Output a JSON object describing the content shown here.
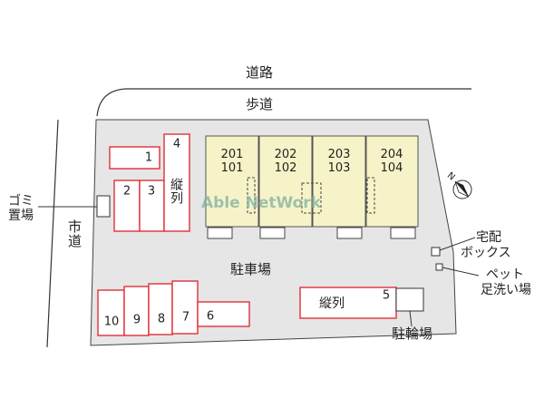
{
  "colors": {
    "lot": "#e6e6e6",
    "building": "#f7f3c9",
    "parking_stroke": "#e0303a",
    "outline": "#333333"
  },
  "labels": {
    "road": "道路",
    "sidewalk": "歩道",
    "city_road": "市道",
    "garbage": "ゴミ置場",
    "garbage_line1": "ゴミ",
    "garbage_line2": "置場",
    "parking_lot": "駐車場",
    "delivery_box_line1": "宅配",
    "delivery_box_line2": "ボックス",
    "pet_wash_line1": "ペット",
    "pet_wash_line2": "足洗い場",
    "bicycle_parking": "駐輪場",
    "tandem": "縦列",
    "watermark": "Able NetWork",
    "compass": "N"
  },
  "units": [
    {
      "top": "201",
      "bottom": "101"
    },
    {
      "top": "202",
      "bottom": "102"
    },
    {
      "top": "203",
      "bottom": "103"
    },
    {
      "top": "204",
      "bottom": "104"
    }
  ],
  "parking": {
    "s1": "1",
    "s2": "2",
    "s3": "3",
    "s4": "4",
    "s5": "5",
    "s6": "6",
    "s7": "7",
    "s8": "8",
    "s9": "9",
    "s10": "10",
    "tandem4": "縦列",
    "tandem5": "縦列"
  }
}
